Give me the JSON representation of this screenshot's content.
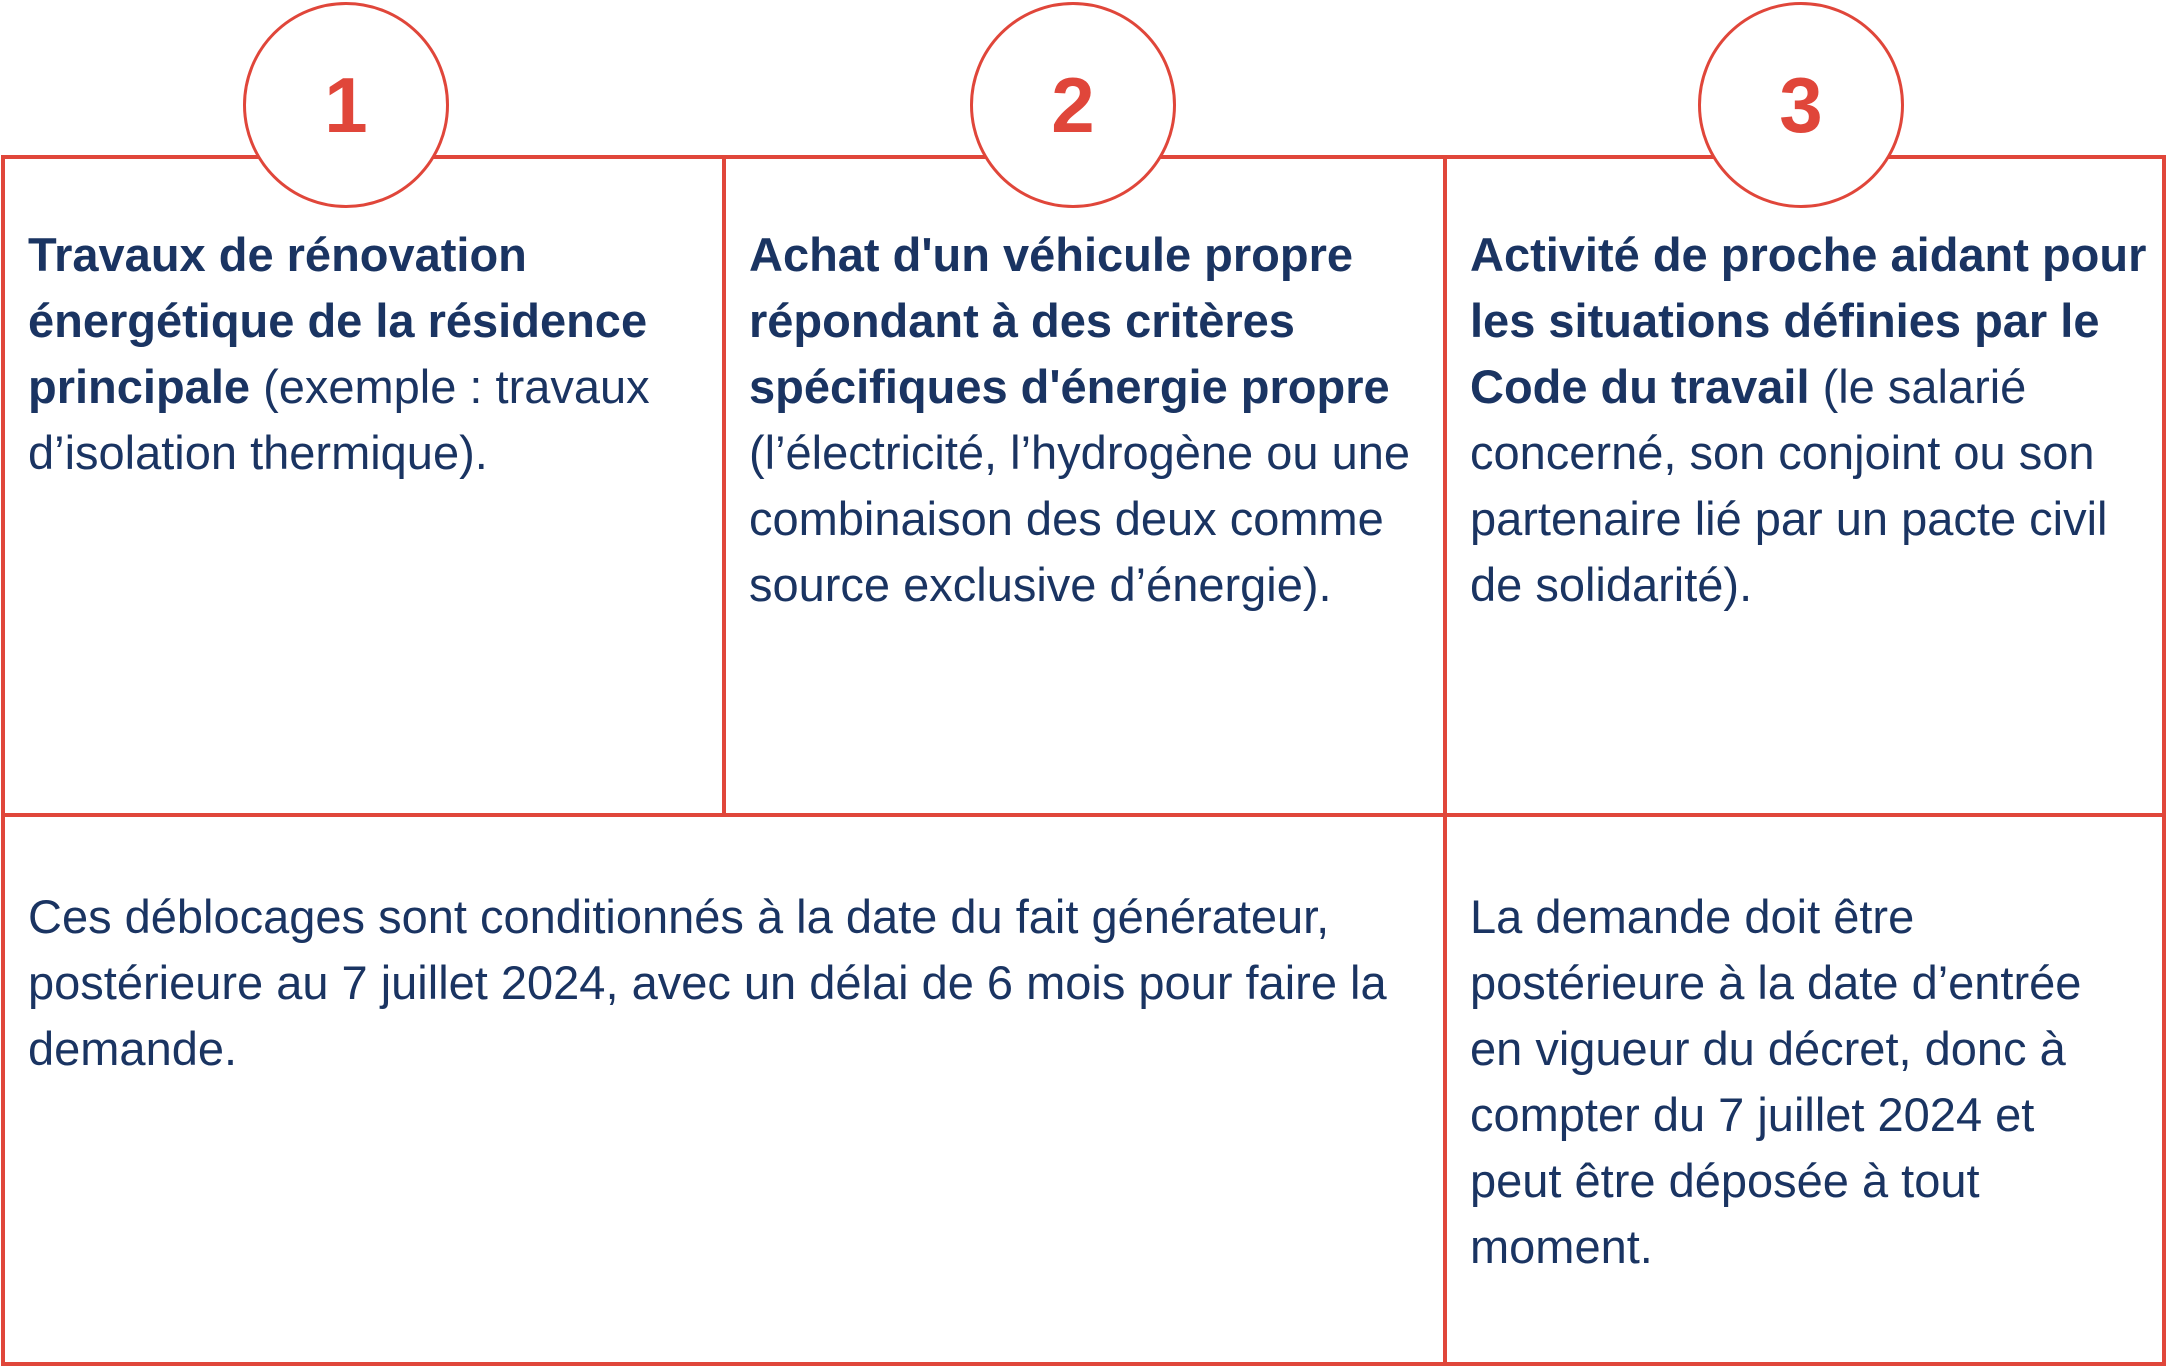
{
  "colors": {
    "accent": "#e0463a",
    "text": "#1a3462"
  },
  "steps": [
    {
      "number": "1",
      "title": "Travaux de rénovation énergétique de la résidence principale",
      "detail": " (exemple : travaux d’isolation thermique)."
    },
    {
      "number": "2",
      "title": "Achat d'un véhicule propre répondant à des critères spécifiques d'énergie propre",
      "detail": " (l’électricité, l’hydrogène ou une combinaison des deux comme source exclusive d’énergie)."
    },
    {
      "number": "3",
      "title": "Activité de proche aidant pour les situations définies par le Code du travail",
      "detail": " (le salarié concerné, son conjoint ou son partenaire lié par un pacte civil de solidarité)."
    }
  ],
  "notes": {
    "left": "Ces déblocages sont conditionnés à la date du fait générateur, postérieure au 7 juillet 2024, avec un délai de 6 mois pour faire la demande.",
    "right": "La demande doit être postérieure à la date d’entrée en vigueur du décret, donc à compter du 7 juillet 2024 et peut être déposée à tout moment."
  }
}
